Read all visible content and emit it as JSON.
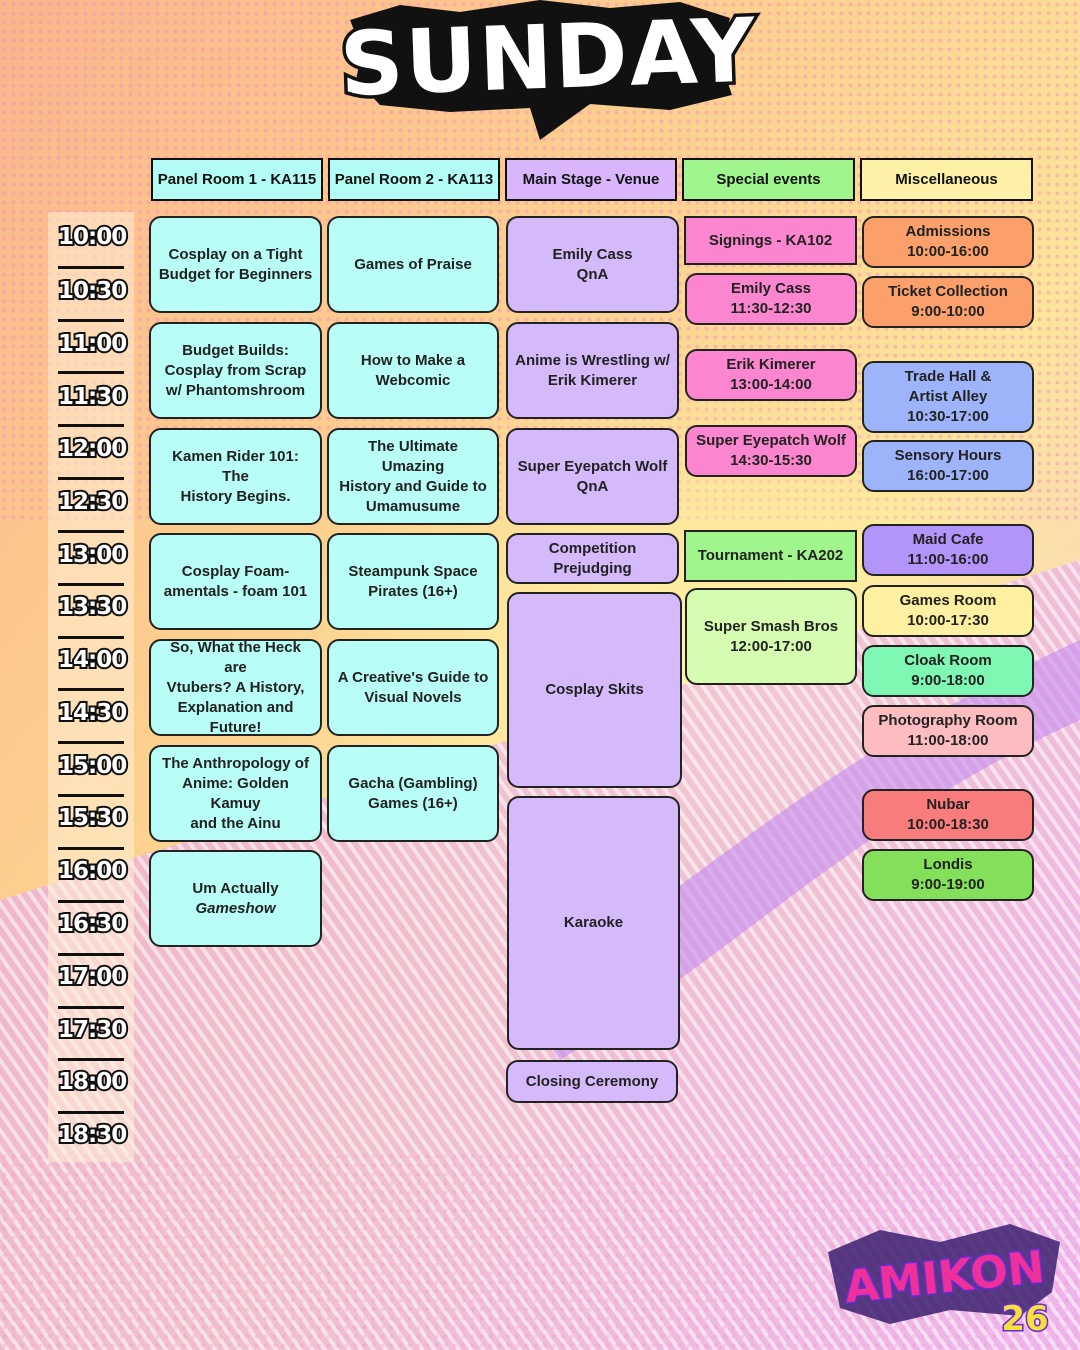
{
  "title": "SUNDAY",
  "headers": [
    {
      "label": "Panel Room  1  -  KA115",
      "color": "#b3fcf5"
    },
    {
      "label": "Panel Room 2  -  KA113",
      "color": "#b3fcf5"
    },
    {
      "label": "Main Stage  -  Venue",
      "color": "#d9b6fb"
    },
    {
      "label": "Special events",
      "color": "#a0f58c"
    },
    {
      "label": "Miscellaneous",
      "color": "#fdf1a7"
    }
  ],
  "times": [
    "10:00",
    "10:30",
    "11:00",
    "11:30",
    "12:00",
    "12:30",
    "13:00",
    "13:30",
    "14:00",
    "14:30",
    "15:00",
    "15:30",
    "16:00",
    "16:30",
    "17:00",
    "17:30",
    "18:00",
    "18:30"
  ],
  "panel1": [
    {
      "l1": "Cosplay on a Tight",
      "l2": "Budget for Beginners"
    },
    {
      "l1": "Budget Builds:",
      "l2": "Cosplay from Scrap",
      "l3": "w/ Phantomshroom"
    },
    {
      "l1": "Kamen Rider 101: The",
      "l2": "History Begins."
    },
    {
      "l1": "Cosplay Foam-",
      "l2": "amentals - foam 101"
    },
    {
      "l1": "So, What the Heck are",
      "l2": "Vtubers? A History,",
      "l3": "Explanation and",
      "l4": "Future!"
    },
    {
      "l1": "The Anthropology of",
      "l2": "Anime: Golden Kamuy",
      "l3": "and the Ainu"
    },
    {
      "l1": "Um Actually",
      "l2": "Gameshow"
    }
  ],
  "panel2": [
    {
      "l1": "Games of Praise"
    },
    {
      "l1": "How to Make a",
      "l2": "Webcomic"
    },
    {
      "l1": "The Ultimate Umazing",
      "l2": "History and Guide to",
      "l3": "Umamusume"
    },
    {
      "l1": "Steampunk Space",
      "l2": "Pirates (16+)"
    },
    {
      "l1": "A Creative's Guide to",
      "l2": "Visual Novels"
    },
    {
      "l1": "Gacha (Gambling)",
      "l2": "Games (16+)"
    }
  ],
  "stage": [
    {
      "l1": "Emily Cass",
      "l2": "QnA"
    },
    {
      "l1": "Anime is Wrestling w/",
      "l2": "Erik Kimerer"
    },
    {
      "l1": "Super Eyepatch Wolf",
      "l2": "QnA"
    },
    {
      "l1": "Competition",
      "l2": "Prejudging"
    },
    {
      "l1": "Cosplay Skits"
    },
    {
      "l1": "Karaoke"
    },
    {
      "l1": "Closing Ceremony"
    }
  ],
  "special": [
    {
      "l1": "Signings - KA102"
    },
    {
      "l1": "Emily Cass",
      "l2": "11:30-12:30"
    },
    {
      "l1": "Erik Kimerer",
      "l2": "13:00-14:00"
    },
    {
      "l1": "Super Eyepatch Wolf",
      "l2": "14:30-15:30"
    },
    {
      "l1": "Tournament - KA202"
    },
    {
      "l1": "Super Smash Bros",
      "l2": "12:00-17:00"
    }
  ],
  "misc": [
    {
      "l1": "Admissions",
      "l2": "10:00-16:00"
    },
    {
      "l1": "Ticket Collection",
      "l2": "9:00-10:00"
    },
    {
      "l1": "Trade Hall &",
      "l2": "Artist Alley",
      "l3": "10:30-17:00"
    },
    {
      "l1": "Sensory Hours",
      "l2": "16:00-17:00"
    },
    {
      "l1": "Maid Cafe",
      "l2": "11:00-16:00"
    },
    {
      "l1": "Games Room",
      "l2": "10:00-17:30"
    },
    {
      "l1": "Cloak Room",
      "l2": "9:00-18:00"
    },
    {
      "l1": "Photography Room",
      "l2": "11:00-18:00"
    },
    {
      "l1": "Nubar",
      "l2": "10:00-18:30"
    },
    {
      "l1": "Londis",
      "l2": "9:00-19:00"
    }
  ],
  "logo": {
    "text": "AMIKON",
    "year": "26"
  }
}
